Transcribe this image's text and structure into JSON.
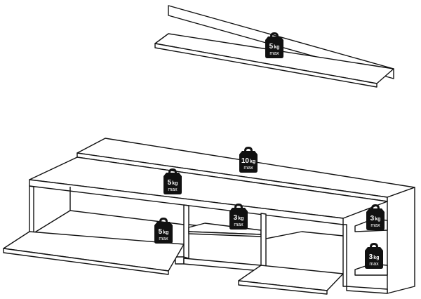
{
  "load_labels": [
    {
      "id": "wall-shelf",
      "value": "5",
      "unit": "kg",
      "note": "max"
    },
    {
      "id": "top-riser",
      "value": "10",
      "unit": "kg",
      "note": "max"
    },
    {
      "id": "left-shelf",
      "value": "5",
      "unit": "kg",
      "note": "max"
    },
    {
      "id": "left-compartment",
      "value": "5",
      "unit": "kg",
      "note": "max"
    },
    {
      "id": "middle-shelf",
      "value": "3",
      "unit": "kg",
      "note": "max"
    },
    {
      "id": "right-upper-shelf",
      "value": "3",
      "unit": "kg",
      "note": "max"
    },
    {
      "id": "right-lower-shelf",
      "value": "3",
      "unit": "kg",
      "note": "max"
    }
  ],
  "colors": {
    "line": "#111111",
    "background": "#ffffff",
    "weight": "#111111"
  },
  "icon_names": [
    "weight-icon"
  ]
}
